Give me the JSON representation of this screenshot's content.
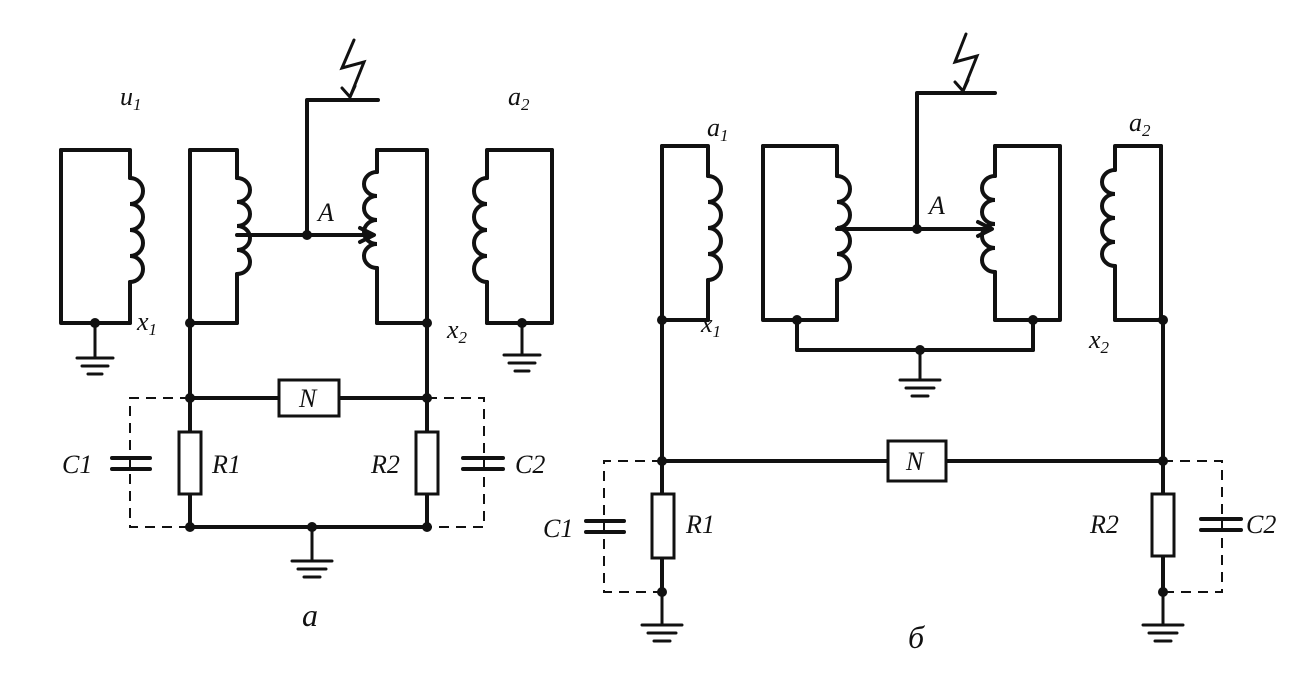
{
  "diagram_a": {
    "label_u": "u",
    "label_u_sub": "1",
    "label_a2": "a",
    "label_a2_sub": "2",
    "label_x1": "x",
    "label_x1_sub": "1",
    "label_x2": "x",
    "label_x2_sub": "2",
    "label_A": "A",
    "label_N": "N",
    "label_C1": "C1",
    "label_R1": "R1",
    "label_R2": "R2",
    "label_C2": "C2",
    "caption": "a"
  },
  "diagram_b": {
    "label_a1": "a",
    "label_a1_sub": "1",
    "label_a2": "a",
    "label_a2_sub": "2",
    "label_x1": "x",
    "label_x1_sub": "1",
    "label_x2": "x",
    "label_x2_sub": "2",
    "label_A": "A",
    "label_N": "N",
    "label_C1": "C1",
    "label_R1": "R1",
    "label_R2": "R2",
    "label_C2": "C2",
    "caption": "б"
  }
}
